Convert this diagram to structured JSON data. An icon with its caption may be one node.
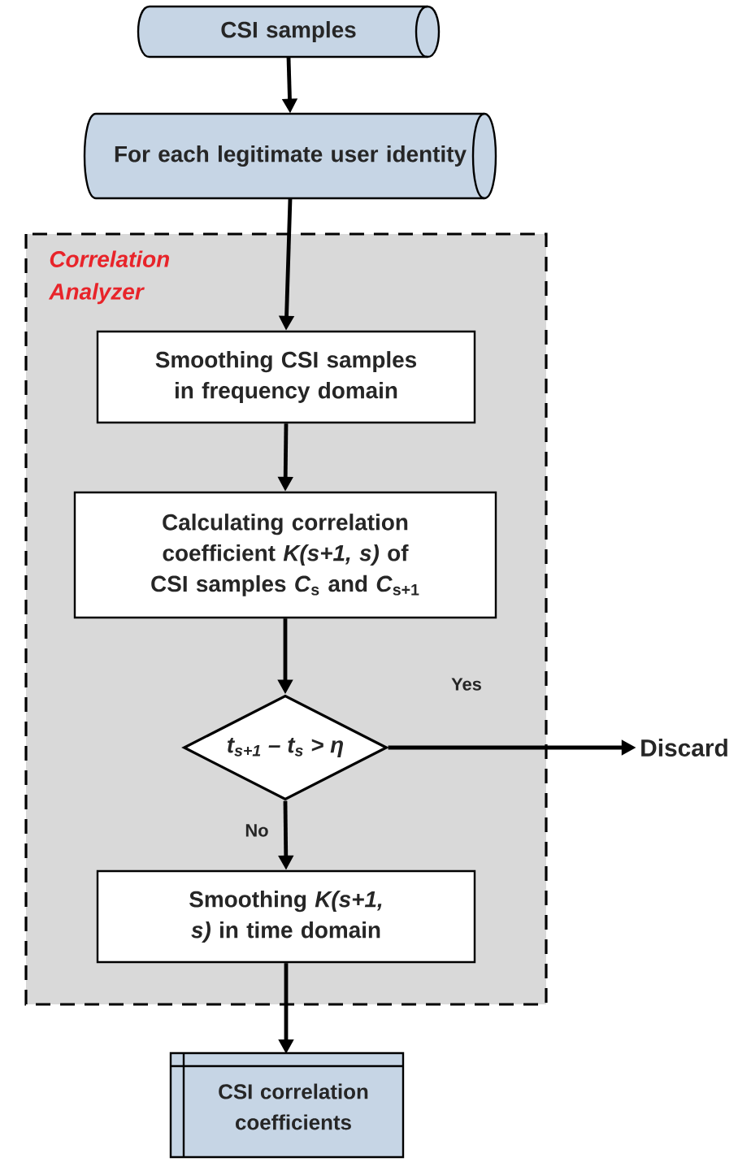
{
  "diagram": {
    "nodes": [
      {
        "text": [
          "CSI samples"
        ]
      },
      {
        "text": [
          "For each legitimate user identity"
        ]
      },
      {
        "text": [
          "Correlation Analyzer"
        ]
      },
      {
        "text": [
          "Smoothing CSI samples in frequency domain"
        ],
        "in": 2
      },
      {
        "text": [
          "Calculating correlation coefficient *K(s+1, s)* of CSI samples *C*$_{s}$ and *C*$_{s+1}$"
        ],
        "in": 2
      },
      {
        "text": [
          "t$_{s+1}$ – t$_{s}$ > η"
        ],
        "in": 2
      },
      {
        "text": [
          "Discard"
        ]
      },
      {
        "text": [
          "Smoothing *K(s+1, s)* in time domain"
        ],
        "in": 2
      },
      {
        "text": [
          "CSI correlation coefficients"
        ]
      }
    ],
    "edges": [
      {
        "from": 0,
        "to": 1,
        "arrow": "to"
      },
      {
        "from": 1,
        "to": 3,
        "arrow": "to"
      },
      {
        "from": 3,
        "to": 4,
        "arrow": "to"
      },
      {
        "from": 4,
        "to": 5,
        "arrow": "to"
      },
      {
        "from": 5,
        "to": 6,
        "arrow": "to",
        "label": "Yes"
      },
      {
        "from": 5,
        "to": 7,
        "arrow": "to",
        "label": "No"
      },
      {
        "from": 7,
        "to": 8,
        "arrow": "to"
      }
    ]
  }
}
